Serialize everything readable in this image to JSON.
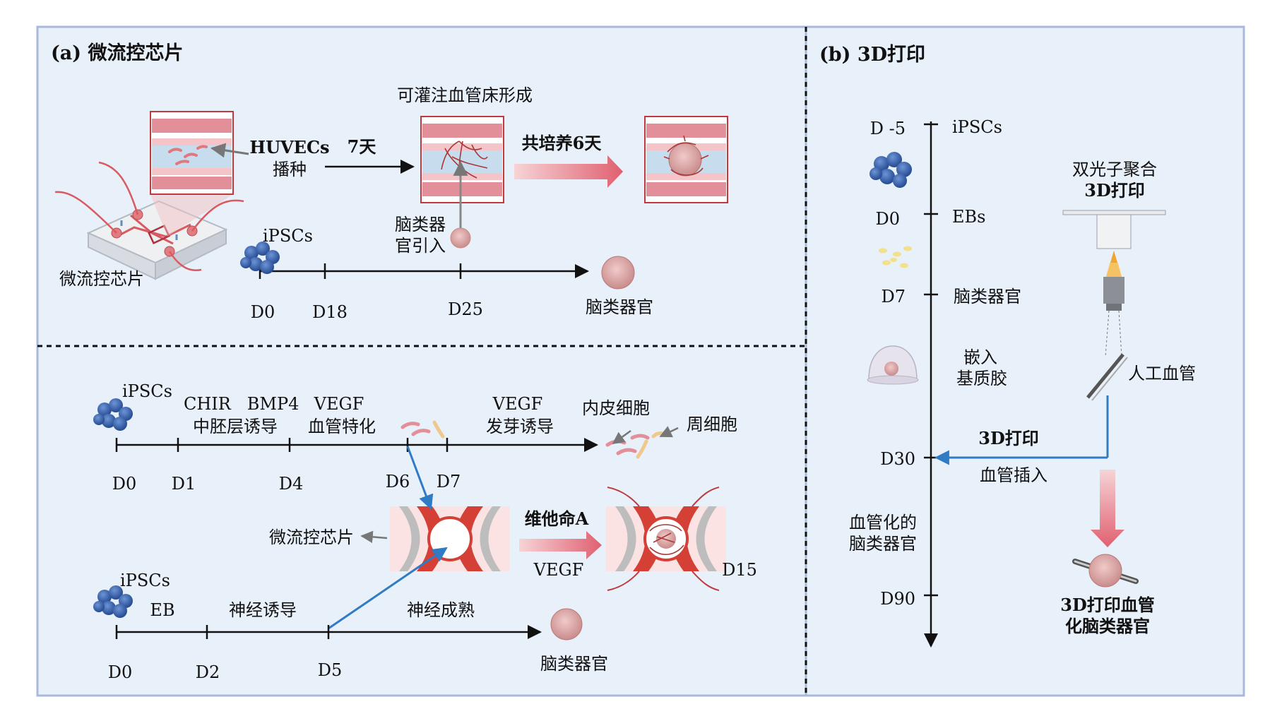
{
  "colors": {
    "panel_bg": "#e8f0f9",
    "panel_border": "#a9b9dc",
    "cell_blue": "#3f6fb8",
    "organoid": "#d9a3a3",
    "chip_red": "#de5e5e",
    "arrow_blue": "#2f7bc4",
    "pink_band": "#e38f9a",
    "light_blue_band": "#c7dcec"
  },
  "panel_a": {
    "title": "(a) 微流控芯片",
    "top": {
      "huvecs": "HUVECs",
      "seeding": "播种",
      "days7": "7天",
      "vascular_bed": "可灌注血管床形成",
      "coculture": "共培养6天",
      "organoid_intro_1": "脑类器",
      "organoid_intro_2": "官引入",
      "chip_label": "微流控芯片",
      "ipscs": "iPSCs",
      "timeline": [
        "D0",
        "D18",
        "D25"
      ],
      "end_label": "脑类器官"
    },
    "bottom": {
      "row1": {
        "ipscs": "iPSCs",
        "stage1_top": "CHIR   BMP4",
        "stage1_bottom": "中胚层诱导",
        "stage2_top": "VEGF",
        "stage2_bottom": "血管特化",
        "stage3_top": "VEGF",
        "stage3_bottom": "发芽诱导",
        "endothelial": "内皮细胞",
        "pericyte": "周细胞",
        "timeline": [
          "D0",
          "D1",
          "D4",
          "D6",
          "D7"
        ]
      },
      "chip_label": "微流控芯片",
      "vitamin_a": "维他命A",
      "vegf": "VEGF",
      "d15": "D15",
      "row2": {
        "ipscs": "iPSCs",
        "eb": "EB",
        "neural_induction": "神经诱导",
        "neural_maturation": "神经成熟",
        "timeline": [
          "D0",
          "D2",
          "D5"
        ],
        "end_label": "脑类器官"
      }
    }
  },
  "panel_b": {
    "title": "(b) 3D打印",
    "timeline": [
      {
        "day": "D -5",
        "label": "iPSCs"
      },
      {
        "day": "D0",
        "label": "EBs"
      },
      {
        "day": "D7",
        "label": "脑类器官"
      },
      {
        "day": "D30",
        "label": ""
      },
      {
        "day": "D90",
        "label": ""
      }
    ],
    "embed_1": "嵌入",
    "embed_2": "基质胶",
    "vascularized_1": "血管化的",
    "vascularized_2": "脑类器官",
    "two_photon_1": "双光子聚合",
    "two_photon_2": "3D打印",
    "artificial_vessel": "人工血管",
    "print_label": "3D打印",
    "insert_label": "血管插入",
    "result_1": "3D打印血管",
    "result_2": "化脑类器官"
  }
}
